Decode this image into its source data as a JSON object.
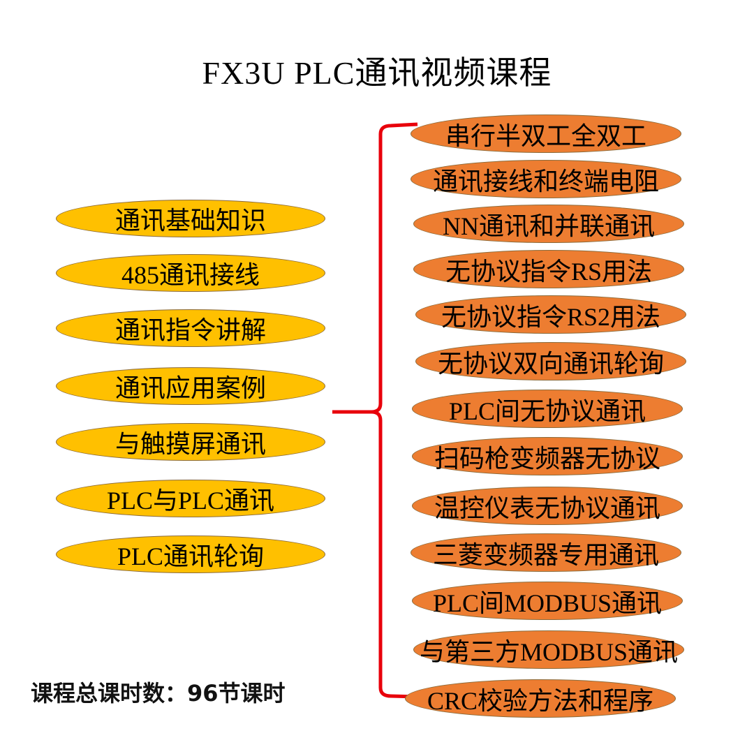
{
  "title": "FX3U PLC通讯视频课程",
  "left_topics": [
    "通讯基础知识",
    "485通讯接线",
    "通讯指令讲解",
    "通讯应用案例",
    "与触摸屏通讯",
    "PLC与PLC通讯",
    "PLC通讯轮询"
  ],
  "right_topics": [
    "串行半双工全双工",
    "通讯接线和终端电阻",
    "NN通讯和并联通讯",
    "无协议指令RS用法",
    "无协议指令RS2用法",
    "无协议双向通讯轮询",
    "PLC间无协议通讯",
    "扫码枪变频器无协议",
    "温控仪表无协议通讯",
    "三菱变频器专用通讯",
    "PLC间MODBUS通讯",
    "与第三方MODBUS通讯",
    "CRC校验方法和程序"
  ],
  "footer": "课程总课时数：96节课时",
  "colors": {
    "left_fill": "#FFC000",
    "right_fill": "#ED7D31",
    "bracket": "#E8000B"
  }
}
